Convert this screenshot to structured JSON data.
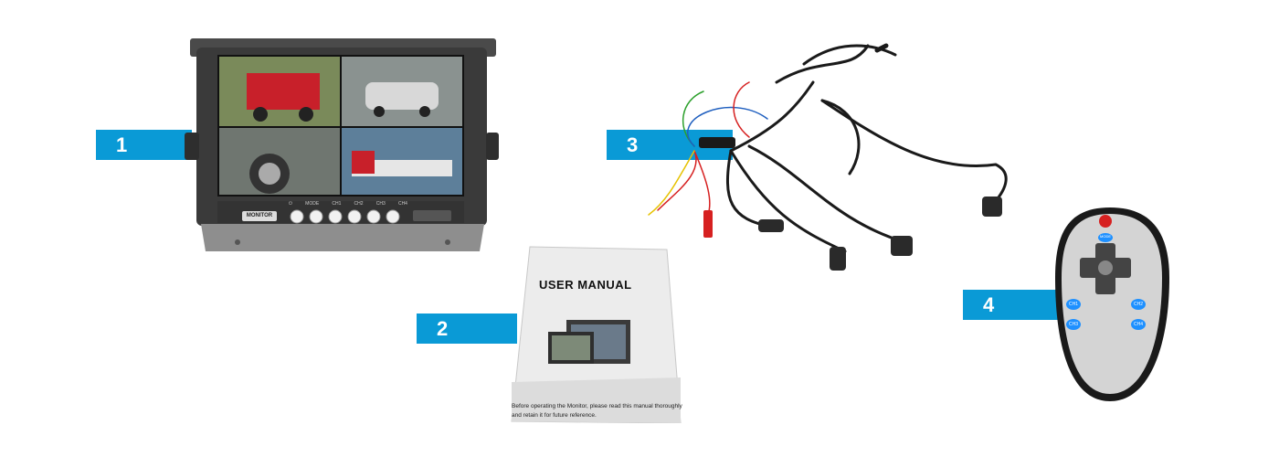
{
  "badges": [
    "1",
    "2",
    "3",
    "4"
  ],
  "monitor": {
    "brand": "MONITOR",
    "button_labels": [
      "⏻",
      "MODE",
      "CH1",
      "CH2",
      "CH3",
      "CH4"
    ]
  },
  "manual": {
    "title": "USER MANUAL",
    "footer_line1": "Before operating the Monitor, please read this manual thoroughly",
    "footer_line2": "and retain it for future reference."
  },
  "remote": {
    "buttons": [
      "MODE",
      "CH1",
      "CH2",
      "CH3",
      "CH4"
    ]
  },
  "colors": {
    "badge": "#0a9ad6",
    "remote_button": "#1e90ff",
    "power": "#d62020"
  }
}
